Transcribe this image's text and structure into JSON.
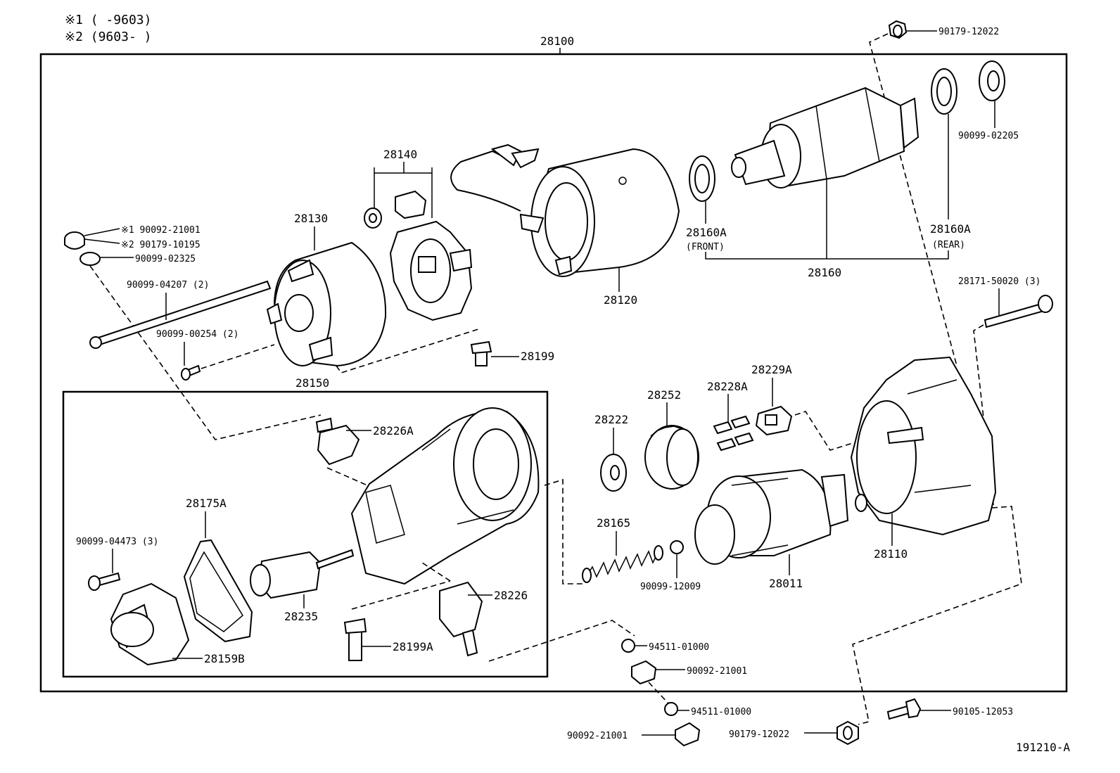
{
  "notes": {
    "n1": "※1 (     -9603)",
    "n2": "※2 (9603-     )"
  },
  "labels": {
    "p28100": "28100",
    "p90179_12022_top": "90179-12022",
    "p90099_02205": "90099-02205",
    "p28140": "28140",
    "p28130": "28130",
    "p90092_21001_m1": "※1 90092-21001",
    "p90179_10195_m2": "※2 90179-10195",
    "p90099_02325": "90099-02325",
    "p90099_04207": "90099-04207 (2)",
    "p90099_00254": "90099-00254 (2)",
    "p28199": "28199",
    "p28150": "28150",
    "p28120": "28120",
    "p28160A_front": "28160A",
    "front": "(FRONT)",
    "p28160A_rear": "28160A",
    "rear": "(REAR)",
    "p28160": "28160",
    "p28171_50020": "28171-50020 (3)",
    "p28229A": "28229A",
    "p28228A": "28228A",
    "p28252": "28252",
    "p28222": "28222",
    "p28226A": "28226A",
    "p28175A": "28175A",
    "p90099_04473": "90099-04473 (3)",
    "p28165": "28165",
    "p90099_12009": "90099-12009",
    "p28011": "28011",
    "p28110": "28110",
    "p28226": "28226",
    "p28235": "28235",
    "p28199A": "28199A",
    "p28159B": "28159B",
    "p94511_01000_a": "94511-01000",
    "p90092_21001_a": "90092-21001",
    "p94511_01000_b": "94511-01000",
    "p90105_12053": "90105-12053",
    "p90092_21001_b": "90092-21001",
    "p90179_12022_bot": "90179-12022",
    "ref": "191210-A"
  }
}
